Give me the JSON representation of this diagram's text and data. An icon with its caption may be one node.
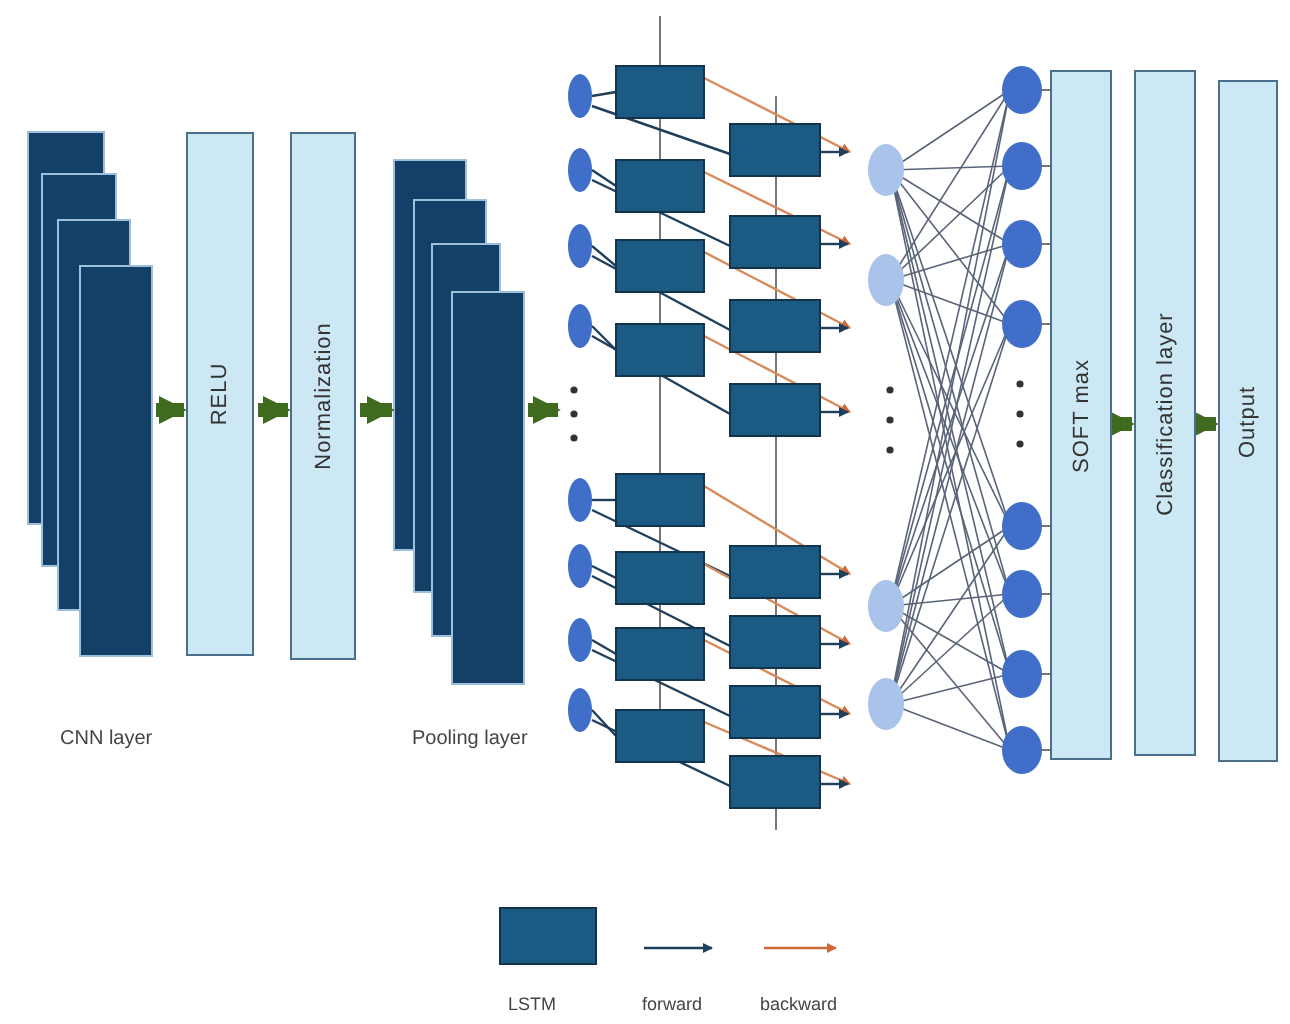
{
  "diagram": {
    "nodes": [
      {
        "text": [],
        "shape": "box",
        "beside": [
          "CNN layer"
        ]
      },
      {
        "text": [
          "RELU"
        ]
      },
      {
        "text": [
          "Normalization"
        ]
      },
      {
        "text": [],
        "shape": "box",
        "beside": [
          "Pooling layer"
        ]
      },
      {
        "text": [],
        "shape": "picture"
      },
      {
        "text": [
          "SOFT max"
        ]
      },
      {
        "text": [
          "Classification layer"
        ]
      },
      {
        "text": [
          "Output"
        ]
      }
    ],
    "edges": [
      {
        "from": 0,
        "to": 1,
        "arrow": "to"
      },
      {
        "from": 1,
        "to": 2,
        "arrow": "to"
      },
      {
        "from": 2,
        "to": 3,
        "arrow": "to"
      },
      {
        "from": 3,
        "to": 4,
        "arrow": "to"
      },
      {
        "from": 5,
        "to": 6,
        "arrow": "to"
      },
      {
        "from": 6,
        "to": 7,
        "arrow": "to"
      }
    ],
    "legend": [
      {
        "text": "LSTM",
        "color": "#1b5a82"
      },
      {
        "text": "forward"
      },
      {
        "text": "backward"
      }
    ]
  }
}
